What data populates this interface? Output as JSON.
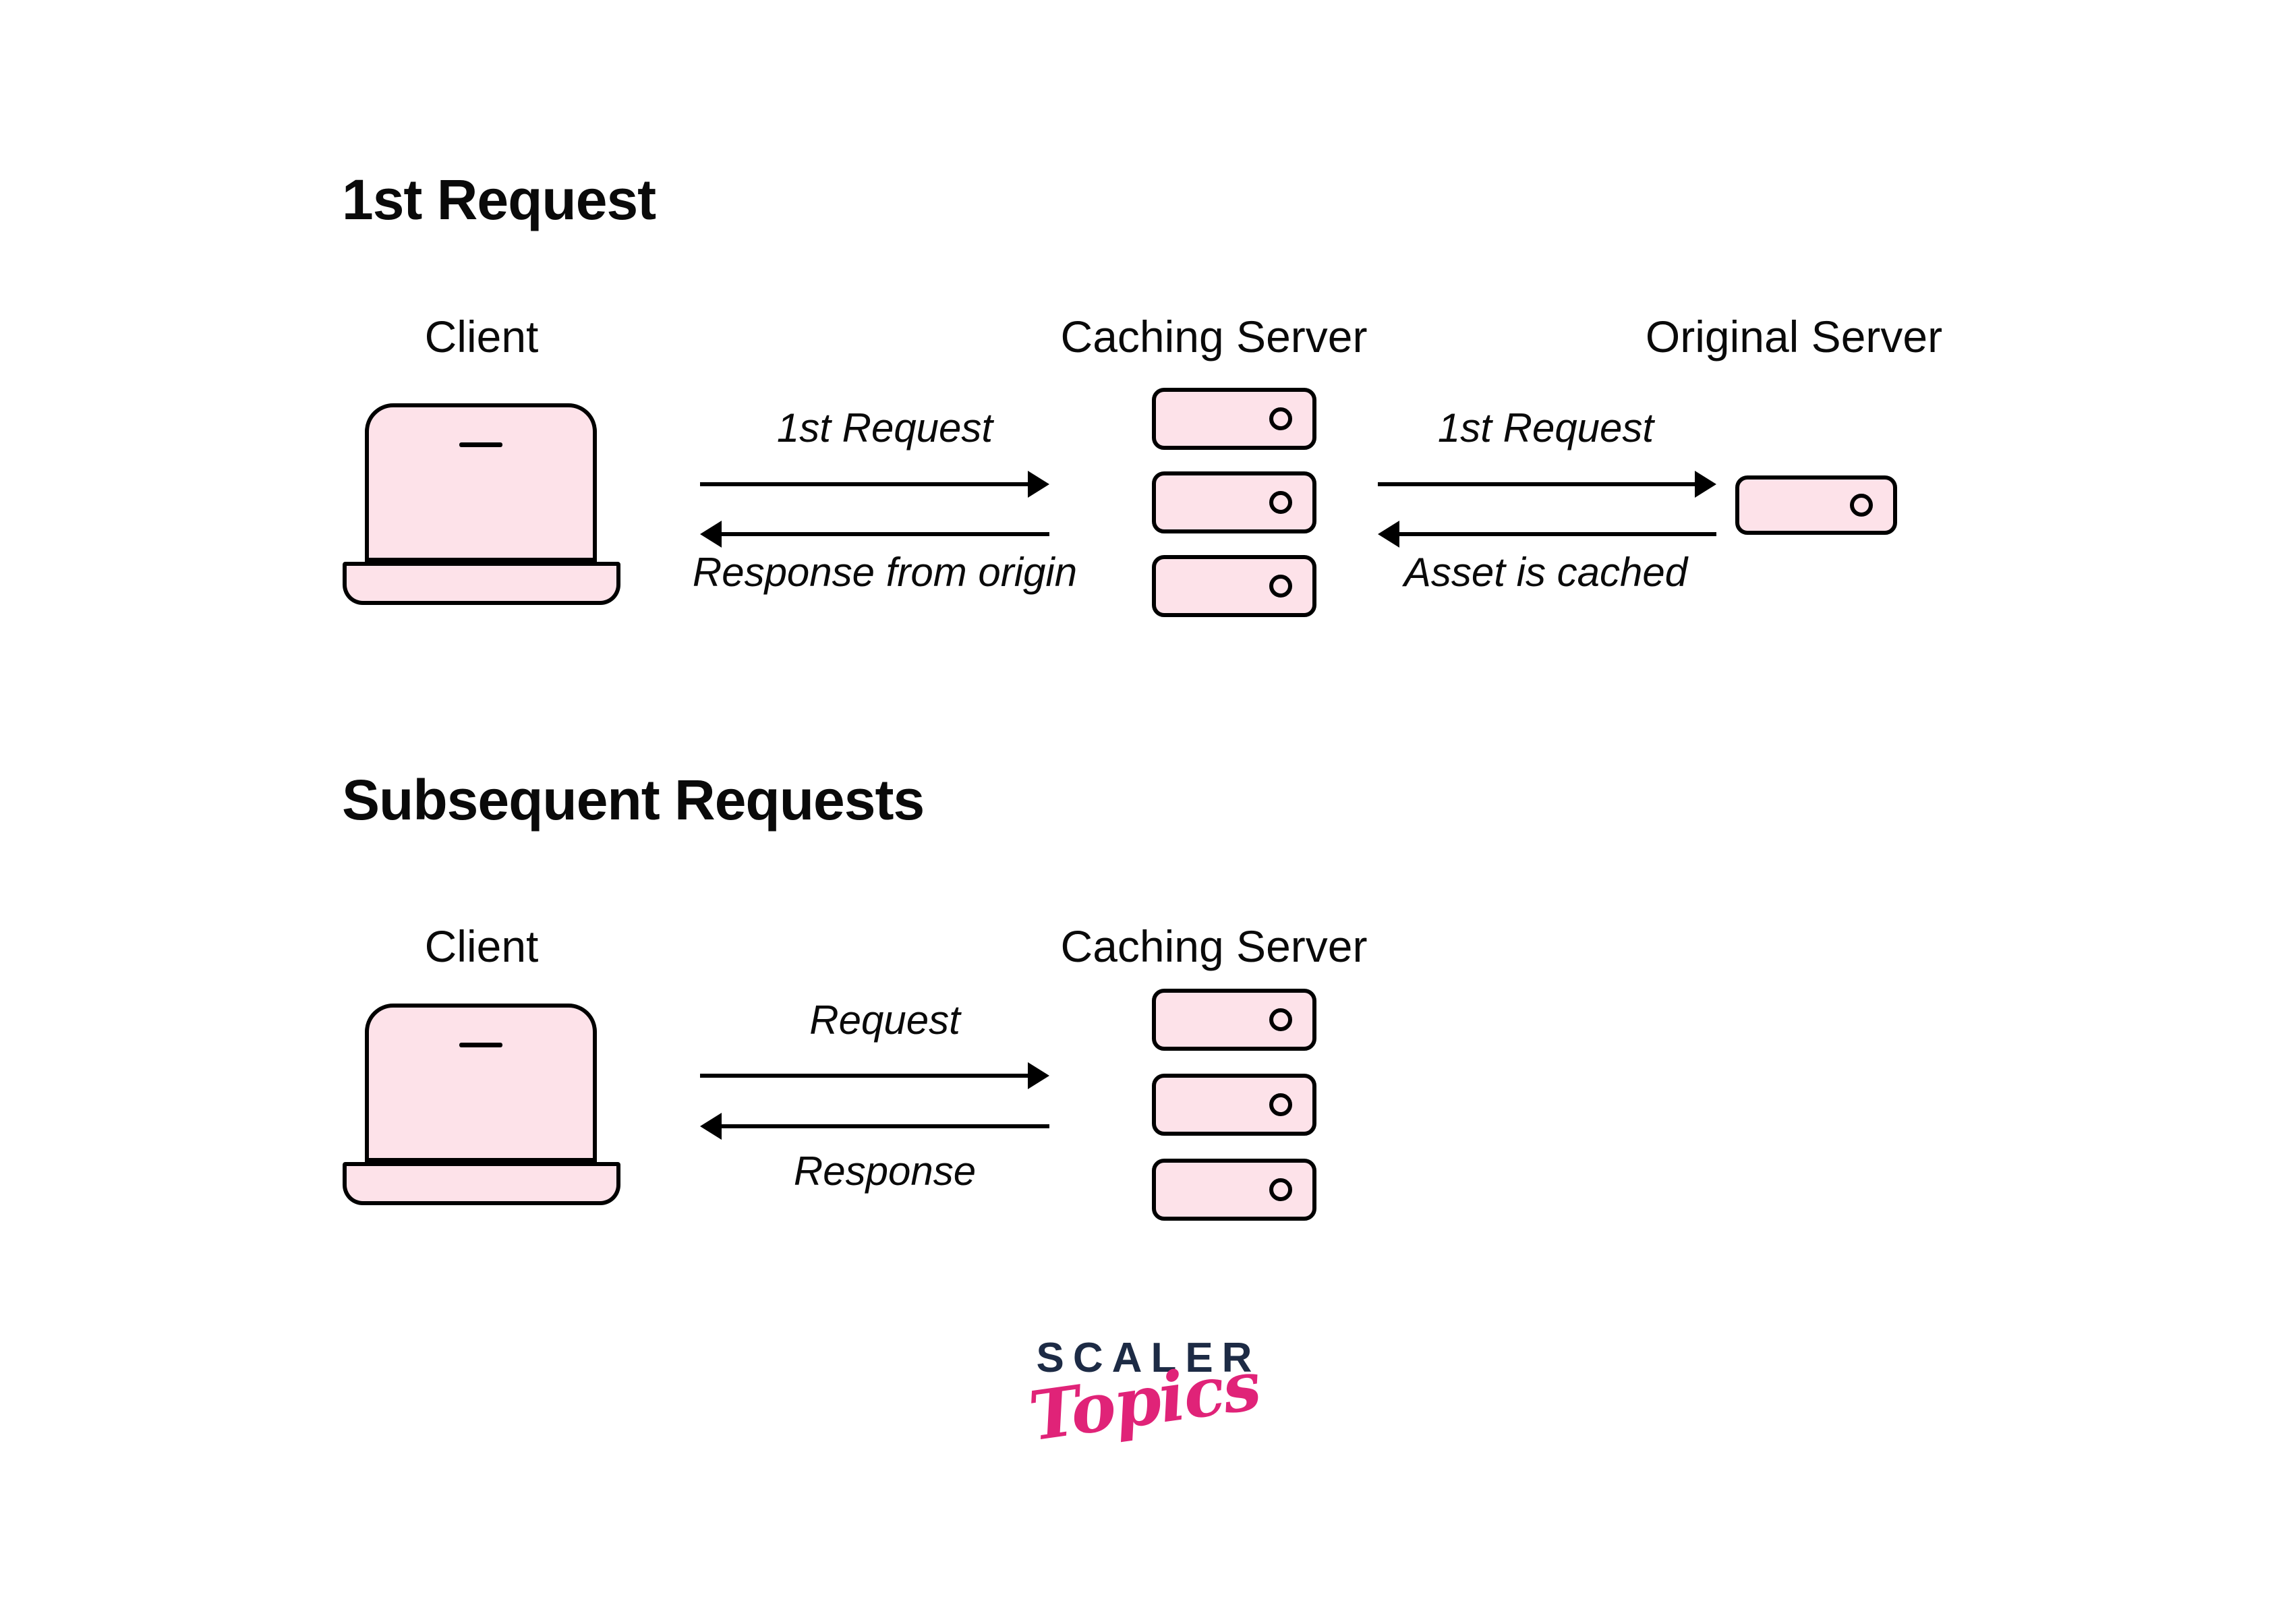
{
  "colors": {
    "node_fill": "#fde2e9",
    "node_stroke": "#000000",
    "text": "#0a0a0a",
    "logo_navy": "#1d2b45",
    "logo_pink": "#e02378"
  },
  "icons": {
    "client": "laptop-icon",
    "caching_server": "server-stack-icon",
    "original_server": "server-box-icon",
    "flow_right": "arrow-right-icon",
    "flow_left": "arrow-left-icon"
  },
  "section1": {
    "heading": "1st Request",
    "client_label": "Client",
    "caching_label": "Caching Server",
    "original_label": "Original Server",
    "client_to_cache": {
      "request_label": "1st Request",
      "response_label": "Response from origin"
    },
    "cache_to_origin": {
      "request_label": "1st Request",
      "response_label": "Asset is cached"
    }
  },
  "section2": {
    "heading": "Subsequent Requests",
    "client_label": "Client",
    "caching_label": "Caching Server",
    "client_to_cache": {
      "request_label": "Request",
      "response_label": "Response"
    }
  },
  "logo": {
    "brand": "SCALER",
    "sub": "Topics"
  }
}
